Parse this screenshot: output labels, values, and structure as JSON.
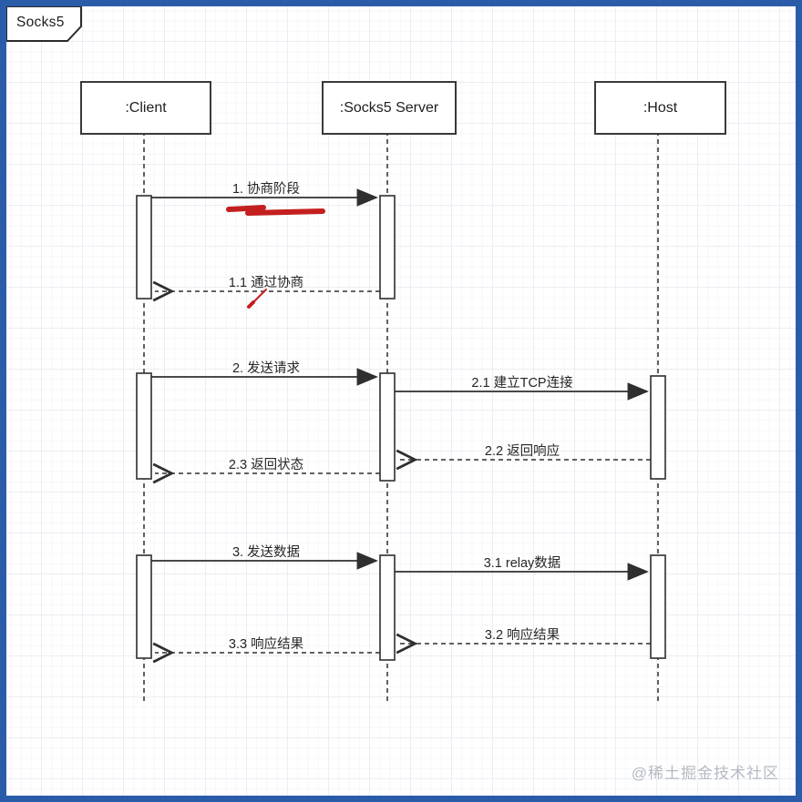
{
  "frame": {
    "title": "Socks5"
  },
  "actors": [
    {
      "name": ":Client"
    },
    {
      "name": ":Socks5 Server"
    },
    {
      "name": ":Host"
    }
  ],
  "messages": [
    {
      "label": "1. 协商阶段",
      "from": ":Client",
      "to": ":Socks5 Server",
      "line": "solid"
    },
    {
      "label": "1.1 通过协商",
      "from": ":Socks5 Server",
      "to": ":Client",
      "line": "dashed"
    },
    {
      "label": "2. 发送请求",
      "from": ":Client",
      "to": ":Socks5 Server",
      "line": "solid"
    },
    {
      "label": "2.1 建立TCP连接",
      "from": ":Socks5 Server",
      "to": ":Host",
      "line": "solid"
    },
    {
      "label": "2.2 返回响应",
      "from": ":Host",
      "to": ":Socks5 Server",
      "line": "dashed"
    },
    {
      "label": "2.3 返回状态",
      "from": ":Socks5 Server",
      "to": ":Client",
      "line": "dashed"
    },
    {
      "label": "3. 发送数据",
      "from": ":Client",
      "to": ":Socks5 Server",
      "line": "solid"
    },
    {
      "label": "3.1 relay数据",
      "from": ":Socks5 Server",
      "to": ":Host",
      "line": "solid"
    },
    {
      "label": "3.2 响应结果",
      "from": ":Host",
      "to": ":Socks5 Server",
      "line": "dashed"
    },
    {
      "label": "3.3 响应结果",
      "from": ":Socks5 Server",
      "to": ":Client",
      "line": "dashed"
    }
  ],
  "watermark": "@稀土掘金技术社区",
  "colors": {
    "frame_border": "#2a5caa",
    "ink": "#383838",
    "annotation_red": "#c41f1f",
    "watermark_gray": "#b6bac3"
  }
}
